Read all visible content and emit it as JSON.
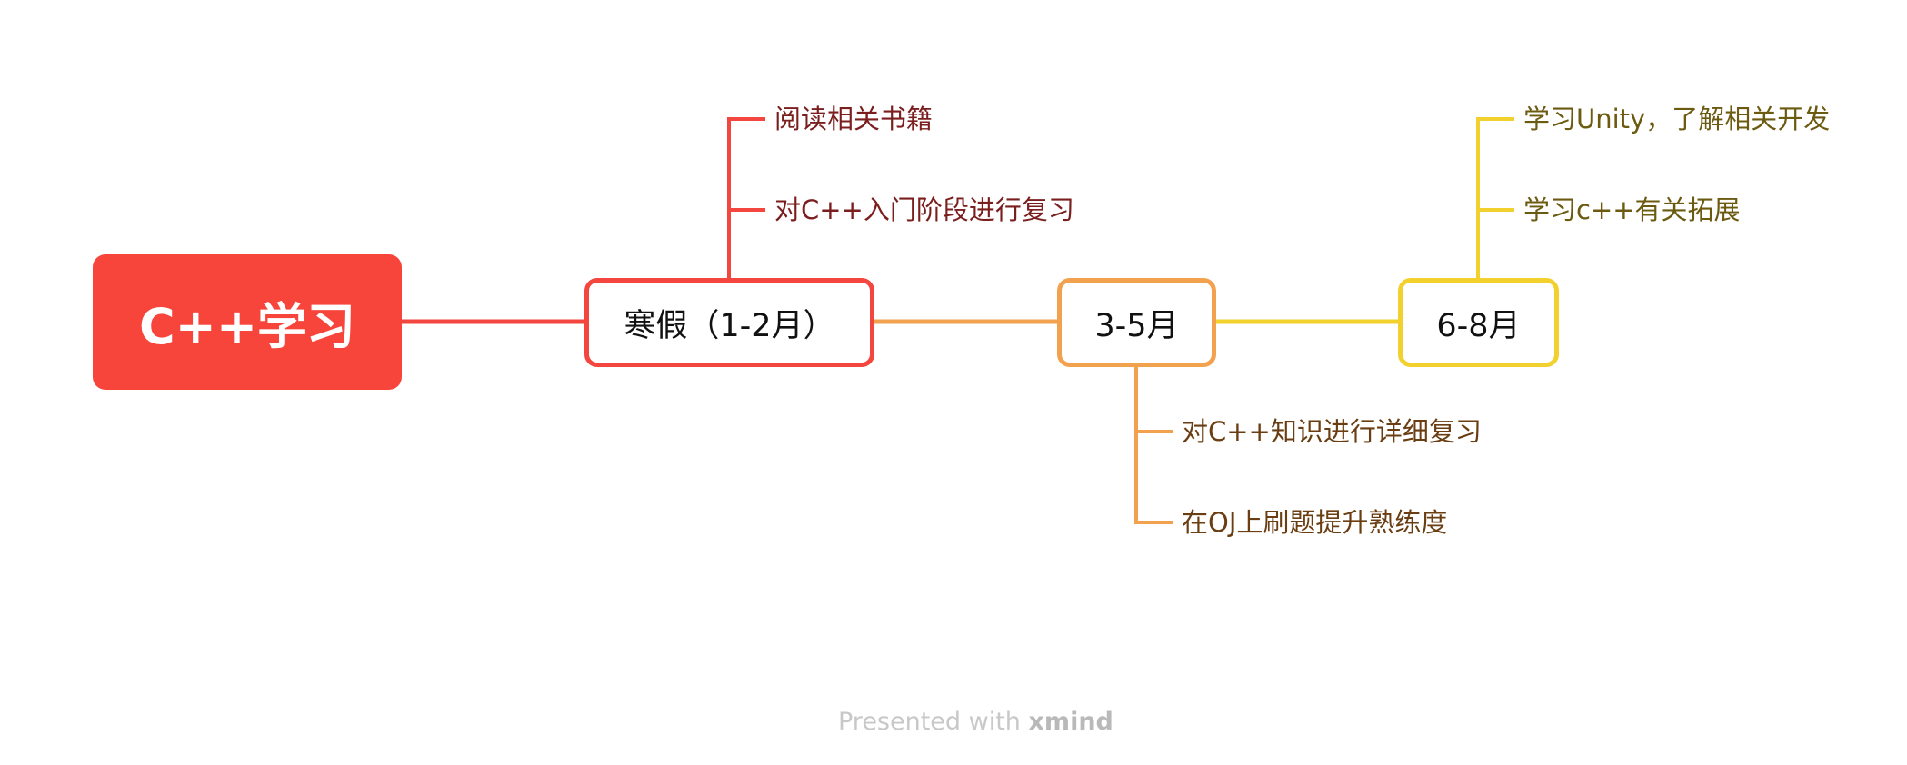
{
  "root": {
    "label": "C++学习",
    "color": "#f7453c"
  },
  "branches": [
    {
      "label": "寒假（1-2月）",
      "color": "#f2463e",
      "children": [
        "阅读相关书籍",
        "对C++入门阶段进行复习"
      ]
    },
    {
      "label": "3-5月",
      "color": "#f2a24e",
      "children": [
        "对C++知识进行详细复习",
        "在OJ上刷题提升熟练度"
      ]
    },
    {
      "label": "6-8月",
      "color": "#f2d02e",
      "children": [
        "学习Unity，了解相关开发",
        "学习c++有关拓展"
      ]
    }
  ],
  "watermark": {
    "prefix": "Presented with",
    "brand": "xmind"
  }
}
